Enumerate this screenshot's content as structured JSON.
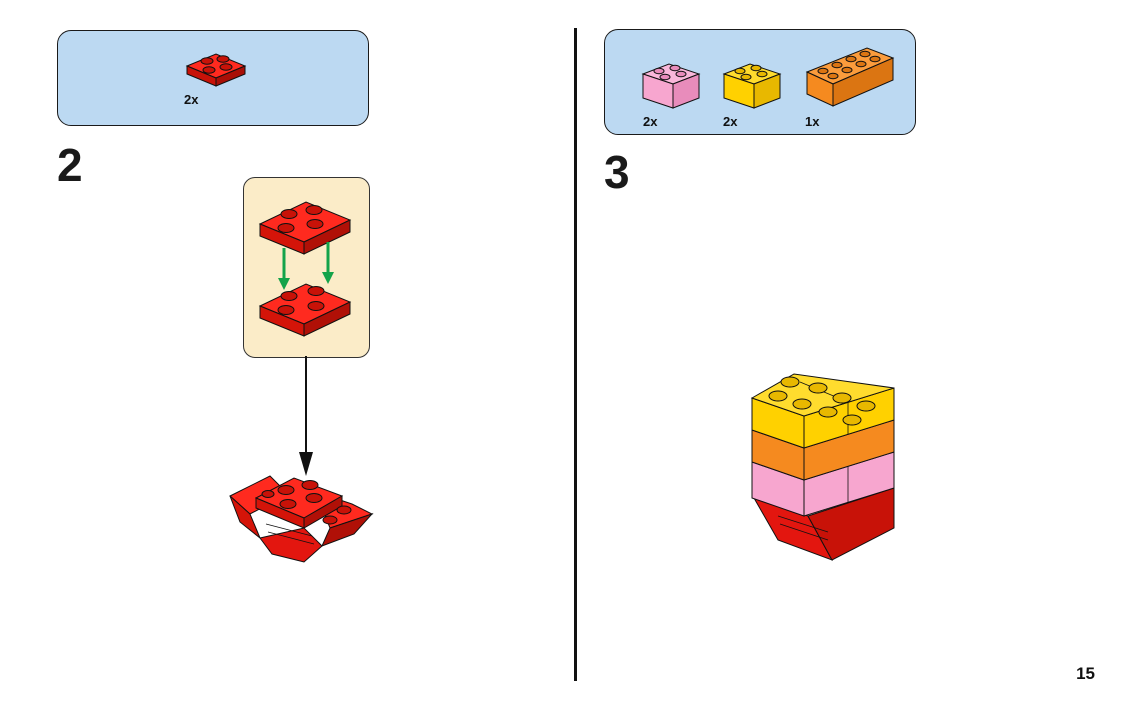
{
  "step2": {
    "number": "2",
    "parts": [
      {
        "qty": "2x",
        "part": "red-2x2-plate"
      }
    ]
  },
  "step3": {
    "number": "3",
    "parts": [
      {
        "qty": "2x",
        "part": "pink-2x2-brick"
      },
      {
        "qty": "2x",
        "part": "yellow-2x2-brick"
      },
      {
        "qty": "1x",
        "part": "orange-2x4-brick"
      }
    ]
  },
  "page_number": "15",
  "colors": {
    "parts_box": "#bcd9f2",
    "sub_assembly_box": "#fbecc8",
    "red": "#e3160f",
    "pink": "#f7a6cf",
    "yellow": "#ffd100",
    "orange": "#f58a1f",
    "arrow_green": "#14a34a"
  }
}
